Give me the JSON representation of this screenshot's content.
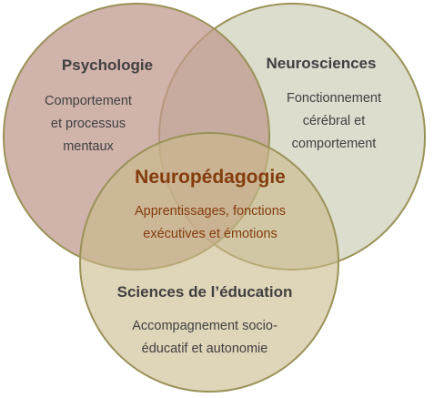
{
  "psychology": {
    "title": "Psychologie",
    "description": [
      "Comportement",
      "et processus",
      "mentaux"
    ]
  },
  "neurosciences": {
    "title": "Neurosciences",
    "description": [
      "Fonctionnement",
      "cérébral et",
      "comportement"
    ]
  },
  "education": {
    "title": "Sciences de l’éducation",
    "description": [
      "Accompagnement socio-",
      "éducatif et autonomie"
    ]
  },
  "center": {
    "title": "Neuropédagogie",
    "description": [
      "Apprentissages, fonctions",
      "exécutives et émotions"
    ]
  },
  "colors": {
    "psychology_fill": "#c9a9a0",
    "neurosciences_fill": "#d6d7c4",
    "education_fill": "#d4c7a2",
    "circle_stroke": "#9b9258",
    "center_text": "#843c0c",
    "text": "#404040"
  }
}
